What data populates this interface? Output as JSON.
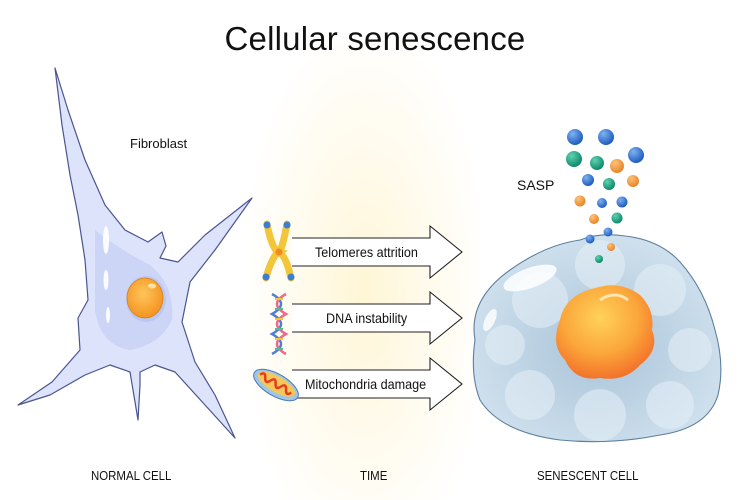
{
  "title": "Cellular senescence",
  "normal_cell": {
    "name_label": "Fibroblast",
    "caption": "NORMAL CELL",
    "membrane_color": "#dfe4fb",
    "outline_color": "#4a5590",
    "nucleus_color": "#f7a531"
  },
  "time": {
    "caption": "TIME",
    "glow_color": "#fff6d6"
  },
  "causes": [
    {
      "label": "Telomeres attrition",
      "icon": "chromosome-icon"
    },
    {
      "label": "DNA instability",
      "icon": "dna-helix-icon"
    },
    {
      "label": "Mitochondria damage",
      "icon": "mitochondrion-icon"
    }
  ],
  "senescent_cell": {
    "sasp_label": "SASP",
    "caption": "SENESCENT CELL",
    "body_color": "#b8d0e2",
    "nucleus_color": "#fbb53a",
    "sasp_colors": {
      "blue": "#2f6fd0",
      "green": "#17a383",
      "orange": "#f29a3c"
    }
  }
}
